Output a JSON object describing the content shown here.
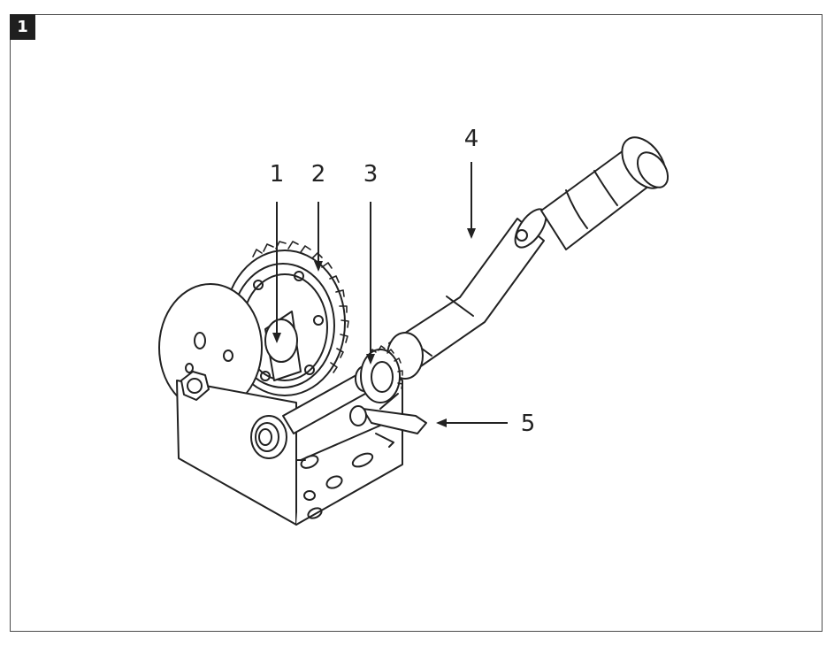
{
  "figure": {
    "number": "1"
  },
  "callouts": [
    {
      "id": "1",
      "label": "1"
    },
    {
      "id": "2",
      "label": "2"
    },
    {
      "id": "3",
      "label": "3"
    },
    {
      "id": "4",
      "label": "4"
    },
    {
      "id": "5",
      "label": "5"
    }
  ],
  "colors": {
    "line": "#222222",
    "frame": "#4a4a4a",
    "badge": "#1f1f1f"
  }
}
